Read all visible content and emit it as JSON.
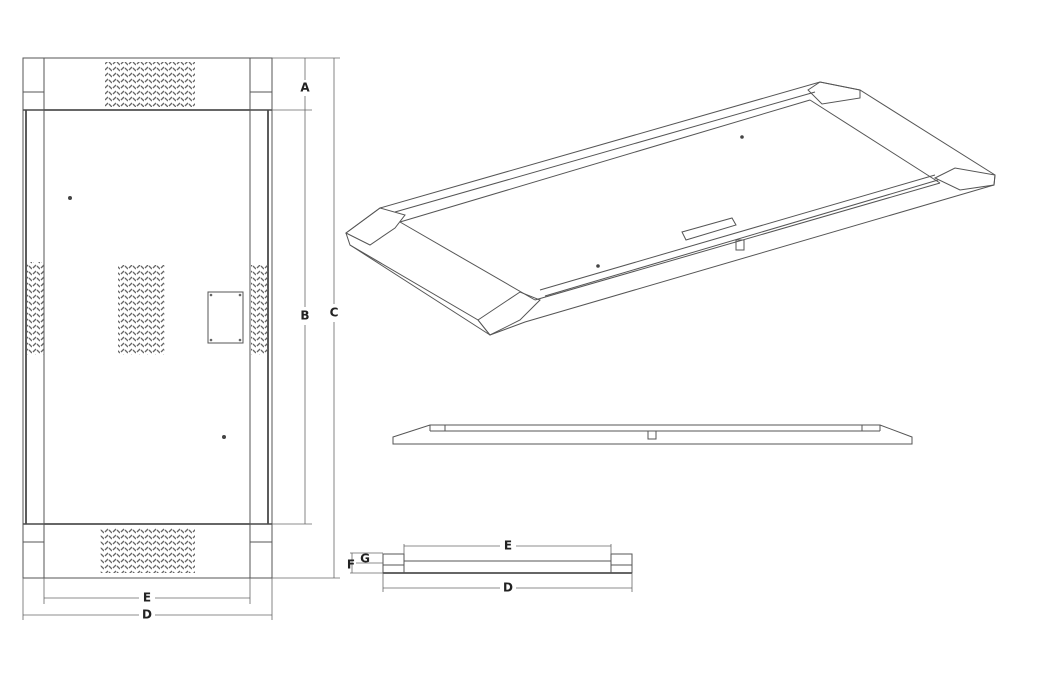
{
  "top_view": {
    "dimension_labels": {
      "a": "A",
      "b": "B",
      "c": "C",
      "d": "D",
      "e": "E"
    }
  },
  "end_view": {
    "dimension_labels": {
      "d": "D",
      "e": "E",
      "f": "F",
      "g": "G"
    }
  },
  "colors": {
    "line": "#555555",
    "background": "#ffffff"
  }
}
